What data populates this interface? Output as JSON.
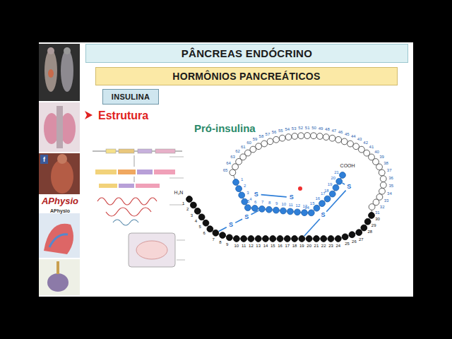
{
  "diagram": {
    "nodes": [
      {
        "text": [
          "PÂNCREAS ENDÓCRINO"
        ]
      },
      {
        "text": [
          "HORMÔNIOS PANCREÁTICOS"
        ]
      },
      {
        "text": [
          "INSULINA"
        ]
      }
    ],
    "labels": [
      "APhysio",
      "APhysio",
      "f",
      "Estrutura",
      "Pró-insulina",
      "H₂N",
      "COOH",
      "S",
      "S",
      "S",
      "S",
      "S",
      "S",
      "1",
      "2",
      "3",
      "4",
      "5",
      "6",
      "7",
      "8",
      "9",
      "10",
      "11",
      "12",
      "13",
      "14",
      "15",
      "16",
      "17",
      "18",
      "19",
      "20",
      "21",
      "22",
      "23",
      "24",
      "25",
      "26",
      "27",
      "28",
      "29",
      "30",
      "31",
      "32",
      "33",
      "34",
      "35",
      "36",
      "37",
      "38",
      "39",
      "40",
      "41",
      "42",
      "43",
      "44",
      "45",
      "46",
      "47",
      "48",
      "49",
      "50",
      "51",
      "52",
      "53",
      "54",
      "55",
      "56",
      "57",
      "58",
      "59",
      "60",
      "61",
      "62",
      "63",
      "64",
      "65",
      "1",
      "2",
      "3",
      "4",
      "5",
      "6",
      "7",
      "8",
      "9",
      "10",
      "11",
      "12",
      "13",
      "14",
      "15",
      "16",
      "17",
      "18",
      "19",
      "20",
      "21"
    ]
  }
}
